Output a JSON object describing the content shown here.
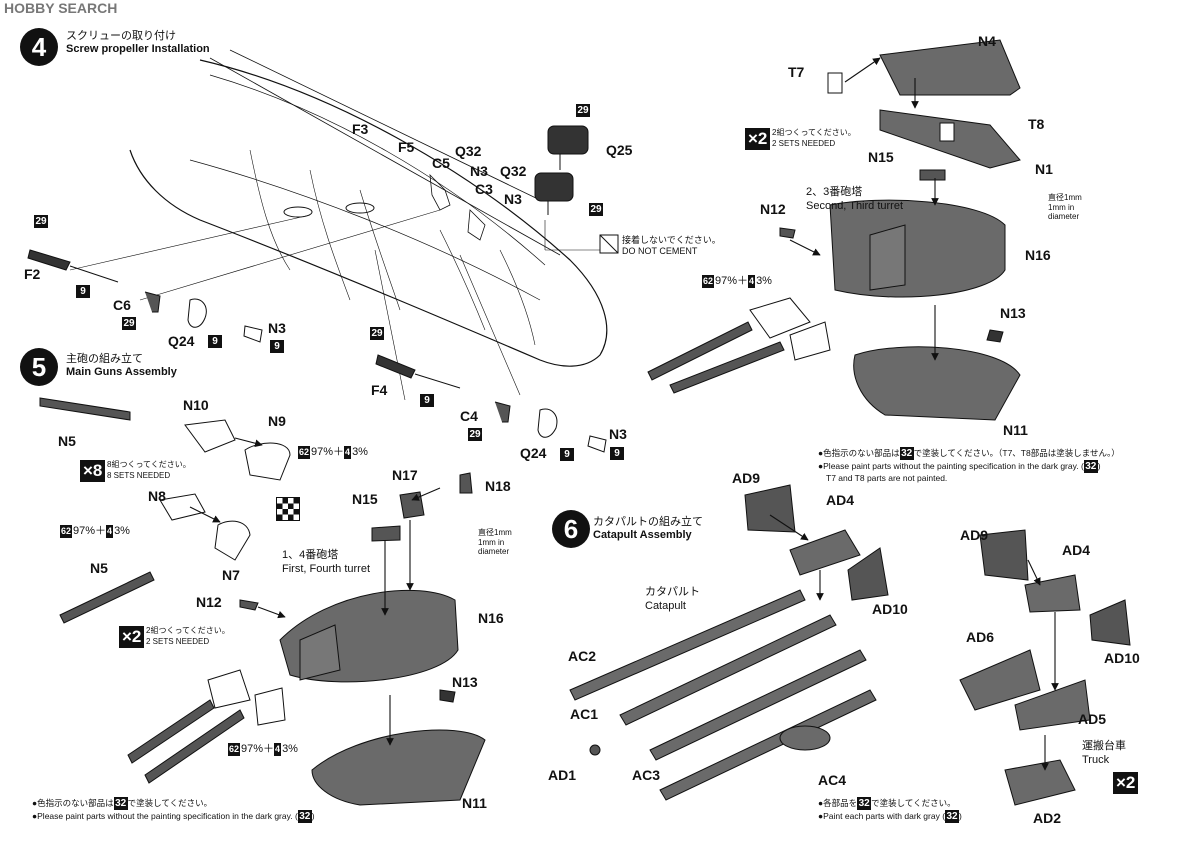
{
  "watermark": "HOBBY SEARCH",
  "step4": {
    "num": "4",
    "jp": "スクリューの取り付け",
    "en": "Screw propeller Installation"
  },
  "step5": {
    "num": "5",
    "jp": "主砲の組み立て",
    "en": "Main Guns Assembly"
  },
  "step6": {
    "num": "6",
    "jp": "カタパルトの組み立て",
    "en": "Catapult Assembly"
  },
  "do_not_cement": {
    "jp": "接着しないでください。",
    "en": "DO NOT CEMENT"
  },
  "sets2": {
    "mult": "×2",
    "jp": "2組つくってください。",
    "en": "2 SETS NEEDED"
  },
  "sets8": {
    "mult": "×8",
    "jp": "8組つくってください。",
    "en": "8 SETS NEEDED"
  },
  "turret23": {
    "jp": "2、3番砲塔",
    "en": "Second, Third turret"
  },
  "turret14": {
    "jp": "1、4番砲塔",
    "en": "First, Fourth turret"
  },
  "diameter": {
    "jp": "直径1mm",
    "en1": "1mm in",
    "en2": "diameter"
  },
  "mix": {
    "c1": "62",
    "p1": "97%＋",
    "c2": "4",
    "p2": "3%"
  },
  "catapult": {
    "jp": "カタパルト",
    "en": "Catapult"
  },
  "truck": {
    "jp": "運搬台車",
    "en": "Truck"
  },
  "x2_truck": "×2",
  "notes_top_right": [
    {
      "pre": "●色指示のない部品は",
      "code": "32",
      "post": "で塗装してください。（T7、T8部品は塗装しません。）"
    },
    {
      "pre": "●Please paint parts without the painting specification in the dark gray. (",
      "code": "32",
      "post": ")"
    },
    {
      "pre": "T7 and T8 parts are not painted.",
      "code": "",
      "post": ""
    }
  ],
  "notes_bottom_left": [
    {
      "pre": "●色指示のない部品は",
      "code": "32",
      "post": "で塗装してください。"
    },
    {
      "pre": "●Please paint parts without the painting specification in the dark gray. (",
      "code": "32",
      "post": ")"
    }
  ],
  "notes_bottom_mid": [
    {
      "pre": "●各部品を",
      "code": "32",
      "post": "で塗装してください。"
    },
    {
      "pre": "●Paint each parts with dark gray (",
      "code": "32",
      "post": ")"
    }
  ],
  "part_labels": {
    "F3": "F3",
    "F5": "F5",
    "C5": "C5",
    "Q32a": "Q32",
    "N3a": "N3",
    "C3": "C3",
    "Q32b": "Q32",
    "N3b": "N3",
    "Q25": "Q25",
    "F2": "F2",
    "C6": "C6",
    "Q24a": "Q24",
    "N3c": "N3",
    "F4": "F4",
    "C4": "C4",
    "Q24b": "Q24",
    "N3d": "N3",
    "N4": "N4",
    "T7": "T7",
    "T8": "T8",
    "N1": "N1",
    "N15a": "N15",
    "N12a": "N12",
    "N16a": "N16",
    "N13a": "N13",
    "N11a": "N11",
    "N10": "N10",
    "N5a": "N5",
    "N9": "N9",
    "N8": "N8",
    "N5b": "N5",
    "N7": "N7",
    "N17": "N17",
    "N18": "N18",
    "N15b": "N15",
    "N12b": "N12",
    "N16b": "N16",
    "N13b": "N13",
    "N11b": "N11",
    "AD9a": "AD9",
    "AD4a": "AD4",
    "AD10a": "AD10",
    "AC2": "AC2",
    "AC1": "AC1",
    "AD1": "AD1",
    "AC3": "AC3",
    "AC4": "AC4",
    "AD9b": "AD9",
    "AD4b": "AD4",
    "AD6": "AD6",
    "AD10b": "AD10",
    "AD5": "AD5",
    "AD2": "AD2"
  },
  "color_codes": {
    "c29": "29",
    "c9": "9"
  },
  "colors": {
    "dark_gray": "#555555",
    "ink": "#111111"
  }
}
